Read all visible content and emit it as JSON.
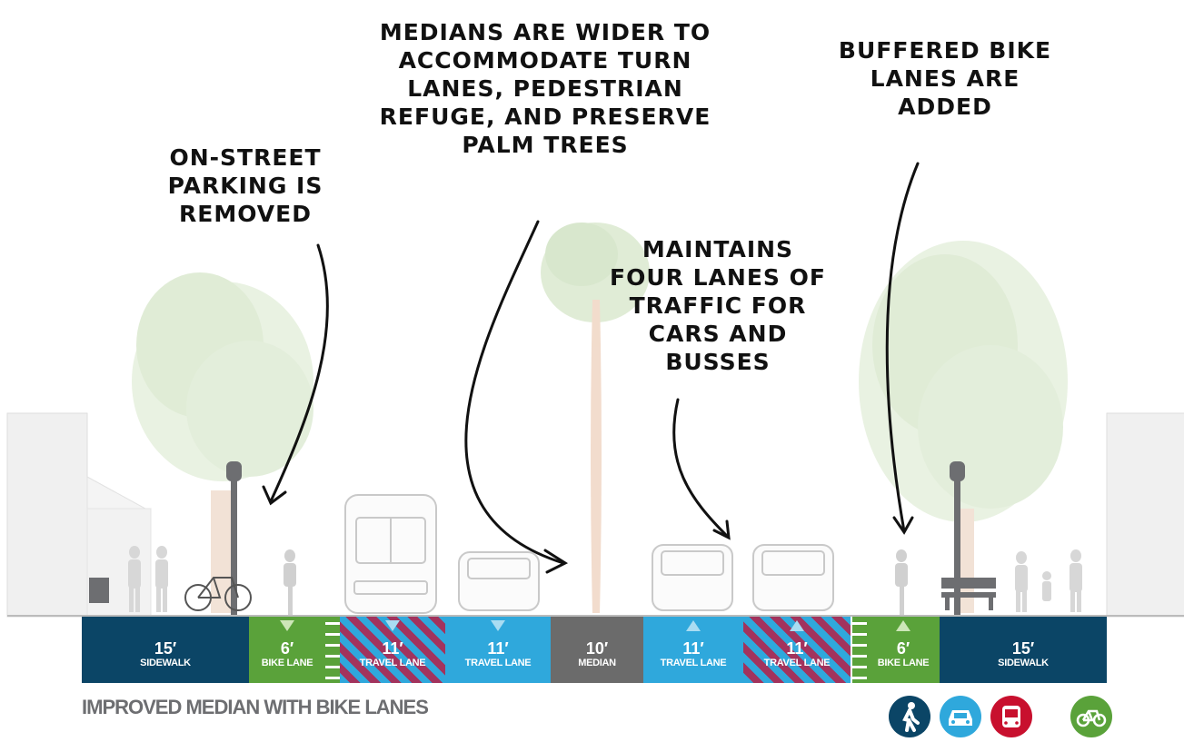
{
  "annotations": [
    {
      "id": "parking",
      "text": "On-street parking is removed"
    },
    {
      "id": "medians",
      "text": "Medians are wider to accommodate turn lanes, pedestrian refuge, and preserve palm trees"
    },
    {
      "id": "lanes",
      "text": "Maintains four lanes of traffic for cars and busses"
    },
    {
      "id": "bike",
      "text": "Buffered bike lanes are added"
    }
  ],
  "segments": [
    {
      "width": "15′",
      "name": "SIDEWALK",
      "color": "#0b4566"
    },
    {
      "width": "6′",
      "name": "BIKE LANE",
      "color": "#5aa23a"
    },
    {
      "width": "11′",
      "name": "TRAVEL LANE",
      "color": "#2fa8dc",
      "hatched": true
    },
    {
      "width": "11′",
      "name": "TRAVEL LANE",
      "color": "#2fa8dc"
    },
    {
      "width": "10′",
      "name": "MEDIAN",
      "color": "#6b6b6b"
    },
    {
      "width": "11′",
      "name": "TRAVEL LANE",
      "color": "#2fa8dc"
    },
    {
      "width": "11′",
      "name": "TRAVEL LANE",
      "color": "#2fa8dc",
      "hatched": true
    },
    {
      "width": "6′",
      "name": "BIKE LANE",
      "color": "#5aa23a"
    },
    {
      "width": "15′",
      "name": "SIDEWALK",
      "color": "#0b4566"
    }
  ],
  "caption": "IMPROVED MEDIAN WITH BIKE LANES",
  "modes": [
    {
      "icon": "pedestrian-icon",
      "color": "#0b4566"
    },
    {
      "icon": "car-icon",
      "color": "#2fa8dc"
    },
    {
      "icon": "bus-icon",
      "color": "#c8102e"
    },
    {
      "icon": "bicycle-icon",
      "color": "#5aa23a"
    }
  ]
}
